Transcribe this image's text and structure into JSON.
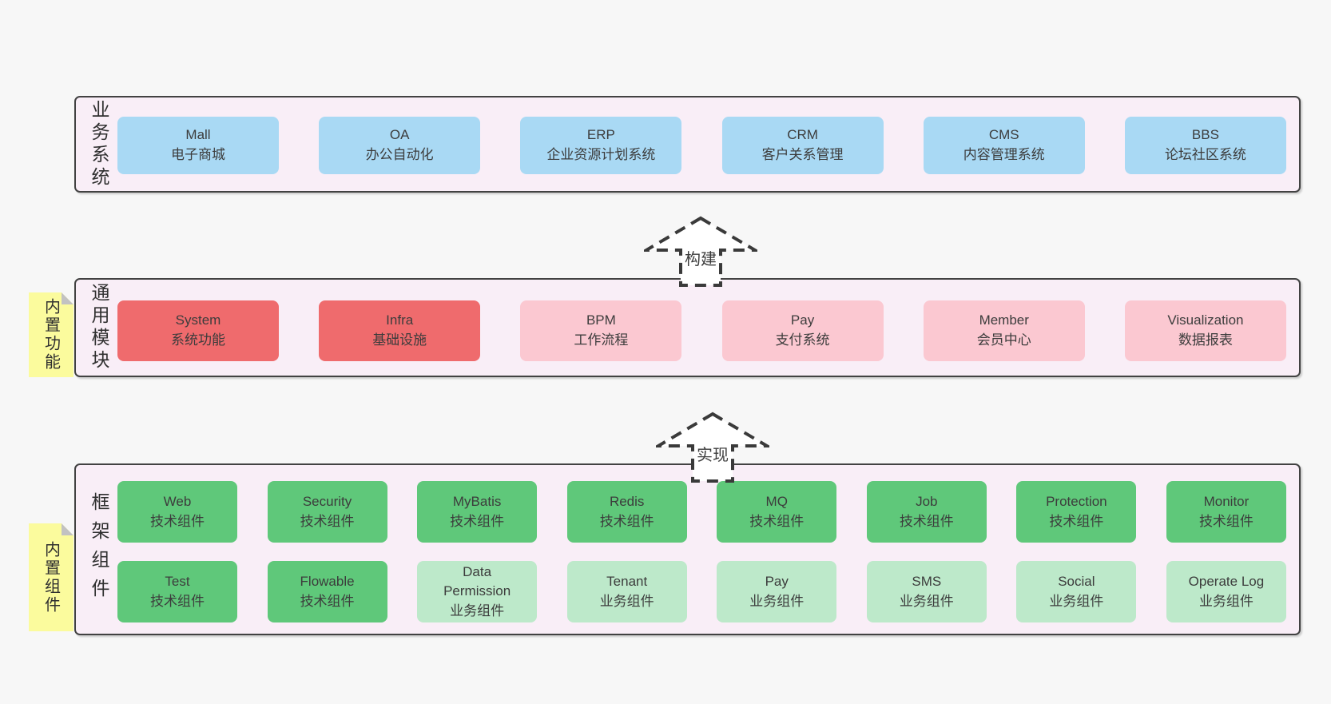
{
  "colors": {
    "page_background": "#f7f7f7",
    "container_background": "#f9eef7",
    "container_border": "#424242",
    "business_box": "#a9d9f4",
    "module_highlight_box": "#ef6b6d",
    "module_box": "#fbc8d1",
    "tech_component_box": "#5fc87a",
    "biz_component_box": "#bde9ca",
    "sticky_note": "#fbfb9d",
    "text": "#3c3c3c"
  },
  "layers": [
    {
      "label": "业务系统",
      "boxes": [
        {
          "name": "Mall",
          "desc": "电子商城",
          "variant": "blue"
        },
        {
          "name": "OA",
          "desc": "办公自动化",
          "variant": "blue"
        },
        {
          "name": "ERP",
          "desc": "企业资源计划系统",
          "variant": "blue"
        },
        {
          "name": "CRM",
          "desc": "客户关系管理",
          "variant": "blue"
        },
        {
          "name": "CMS",
          "desc": "内容管理系统",
          "variant": "blue"
        },
        {
          "name": "BBS",
          "desc": "论坛社区系统",
          "variant": "blue"
        }
      ]
    },
    {
      "label": "通用模块",
      "sticky": "内置功能",
      "boxes": [
        {
          "name": "System",
          "desc": "系统功能",
          "variant": "red"
        },
        {
          "name": "Infra",
          "desc": "基础设施",
          "variant": "red"
        },
        {
          "name": "BPM",
          "desc": "工作流程",
          "variant": "pink"
        },
        {
          "name": "Pay",
          "desc": "支付系统",
          "variant": "pink"
        },
        {
          "name": "Member",
          "desc": "会员中心",
          "variant": "pink"
        },
        {
          "name": "Visualization",
          "desc": "数据报表",
          "variant": "pink"
        }
      ]
    },
    {
      "label": "框架组件",
      "sticky": "内置组件",
      "rows": [
        [
          {
            "name": "Web",
            "desc": "技术组件",
            "variant": "green"
          },
          {
            "name": "Security",
            "desc": "技术组件",
            "variant": "green"
          },
          {
            "name": "MyBatis",
            "desc": "技术组件",
            "variant": "green"
          },
          {
            "name": "Redis",
            "desc": "技术组件",
            "variant": "green"
          },
          {
            "name": "MQ",
            "desc": "技术组件",
            "variant": "green"
          },
          {
            "name": "Job",
            "desc": "技术组件",
            "variant": "green"
          },
          {
            "name": "Protection",
            "desc": "技术组件",
            "variant": "green"
          },
          {
            "name": "Monitor",
            "desc": "技术组件",
            "variant": "green"
          }
        ],
        [
          {
            "name": "Test",
            "desc": "技术组件",
            "variant": "green"
          },
          {
            "name": "Flowable",
            "desc": "技术组件",
            "variant": "green"
          },
          {
            "name": "Data Permission",
            "desc": "业务组件",
            "variant": "lightgreen"
          },
          {
            "name": "Tenant",
            "desc": "业务组件",
            "variant": "lightgreen"
          },
          {
            "name": "Pay",
            "desc": "业务组件",
            "variant": "lightgreen"
          },
          {
            "name": "SMS",
            "desc": "业务组件",
            "variant": "lightgreen"
          },
          {
            "name": "Social",
            "desc": "业务组件",
            "variant": "lightgreen"
          },
          {
            "name": "Operate Log",
            "desc": "业务组件",
            "variant": "lightgreen"
          }
        ]
      ]
    },
    {
      "note": "arrows"
    }
  ],
  "arrows": [
    {
      "label": "构建"
    },
    {
      "label": "实现"
    }
  ]
}
